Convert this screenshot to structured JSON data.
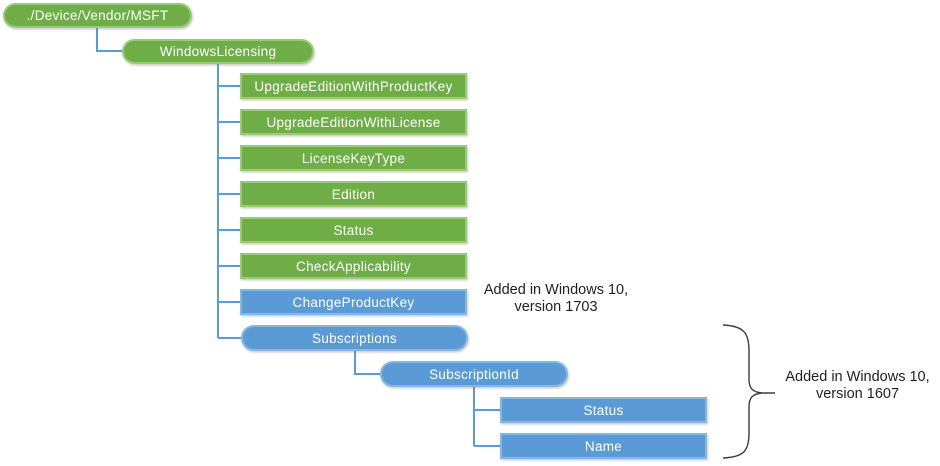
{
  "colors": {
    "green_fill": "#6FAE46",
    "green_border": "#9BCB77",
    "blue_fill": "#5B9BD5",
    "blue_border": "#86B7E2",
    "connector": "#5B9BD5",
    "brace": "#3D3D3D",
    "note_text": "#1F1F1F",
    "node_text": "#FFFFFF"
  },
  "tree": {
    "root": {
      "label": "./Device/Vendor/MSFT"
    },
    "parent": {
      "label": "WindowsLicensing"
    },
    "children": [
      {
        "label": "UpgradeEditionWithProductKey",
        "color": "green"
      },
      {
        "label": "UpgradeEditionWithLicense",
        "color": "green"
      },
      {
        "label": "LicenseKeyType",
        "color": "green"
      },
      {
        "label": "Edition",
        "color": "green"
      },
      {
        "label": "Status",
        "color": "green"
      },
      {
        "label": "CheckApplicability",
        "color": "green"
      },
      {
        "label": "ChangeProductKey",
        "color": "blue"
      },
      {
        "label": "Subscriptions",
        "color": "blue"
      }
    ],
    "subscriptions_children": [
      {
        "label": "SubscriptionId"
      }
    ],
    "subscriptionid_children": [
      {
        "label": "Status"
      },
      {
        "label": "Name"
      }
    ]
  },
  "annotations": {
    "note_1703": {
      "line1": "Added in Windows 10,",
      "line2": "version 1703"
    },
    "note_1607": {
      "line1": "Added in Windows 10,",
      "line2": "version 1607"
    }
  }
}
